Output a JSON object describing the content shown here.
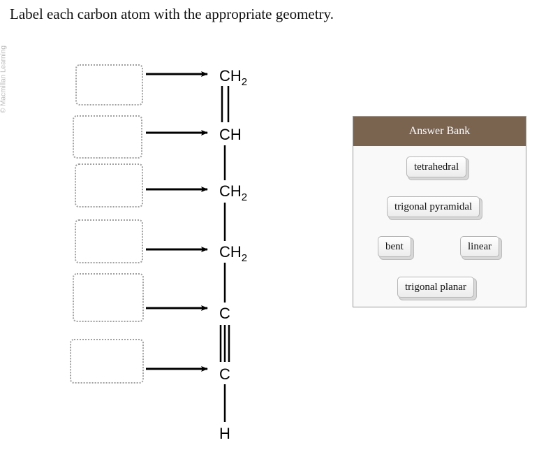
{
  "prompt": "Label each carbon atom with the appropriate geometry.",
  "watermark": "© Macmillan Learning",
  "molecule": {
    "atoms": [
      {
        "main": "CH",
        "sub": "2"
      },
      {
        "main": "CH",
        "sub": ""
      },
      {
        "main": "CH",
        "sub": "2"
      },
      {
        "main": "CH",
        "sub": "2"
      },
      {
        "main": "C",
        "sub": ""
      },
      {
        "main": "C",
        "sub": ""
      },
      {
        "main": "H",
        "sub": ""
      }
    ],
    "bonds": [
      "double",
      "single",
      "single",
      "single",
      "triple",
      "single"
    ]
  },
  "dropzones": [
    "",
    "",
    "",
    "",
    "",
    ""
  ],
  "answer_bank": {
    "title": "Answer Bank",
    "header_color": "#7a6450",
    "options": [
      "tetrahedral",
      "trigonal pyramidal",
      "bent",
      "linear",
      "trigonal planar"
    ]
  }
}
